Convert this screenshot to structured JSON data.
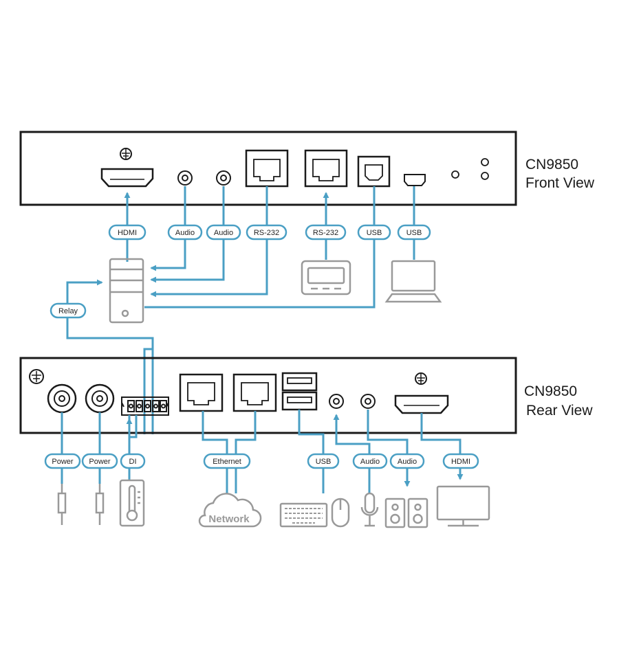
{
  "front_panel": {
    "title": "CN9850",
    "subtitle": "Front View",
    "labels": {
      "hdmi": "HDMI",
      "audio_1": "Audio",
      "audio_2": "Audio",
      "rs232_1": "RS-232",
      "rs232_2": "RS-232",
      "usb_1": "USB",
      "usb_2": "USB",
      "relay": "Relay"
    }
  },
  "rear_panel": {
    "title": "CN9850",
    "subtitle": "Rear View",
    "labels": {
      "power_1": "Power",
      "power_2": "Power",
      "di": "DI",
      "ethernet": "Ethernet",
      "usb": "USB",
      "audio_1": "Audio",
      "audio_2": "Audio",
      "hdmi": "HDMI"
    },
    "network": "Network"
  },
  "colors": {
    "connection": "#4a9fc4",
    "device_outline": "#999999",
    "panel_outline": "#1a1a1a"
  }
}
